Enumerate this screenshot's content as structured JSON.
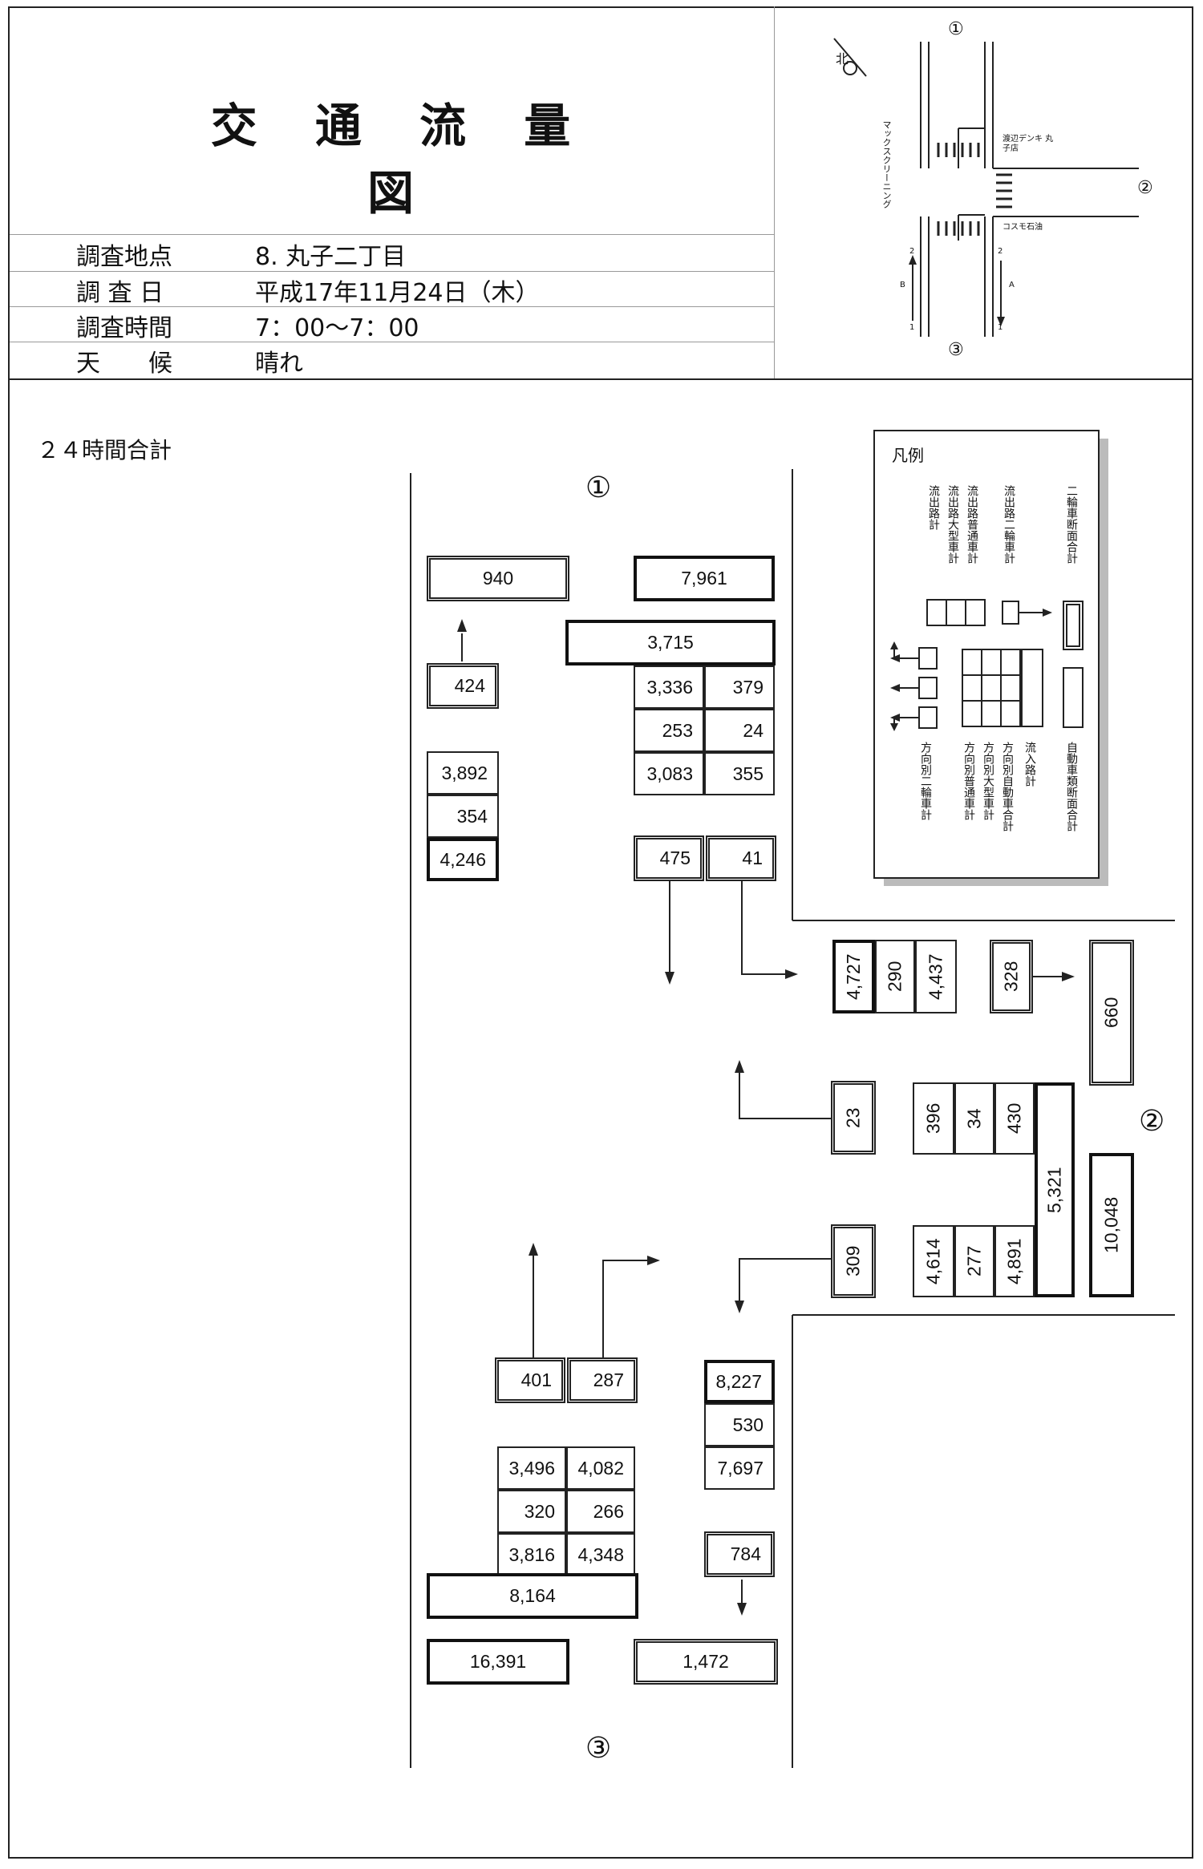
{
  "header": {
    "title": "交 通 流 量 図",
    "rows": [
      {
        "label": "調査地点",
        "value": "8. 丸子二丁目"
      },
      {
        "label": "調 査 日",
        "value": "平成17年11月24日（木）"
      },
      {
        "label": "調査時間",
        "value": "7：00～7：00"
      },
      {
        "label": "天　　候",
        "value": "晴れ"
      }
    ]
  },
  "map": {
    "north_symbol": "北",
    "shop_left": "マックスクリーニング",
    "shop_right_top": "渡辺デンキ 丸子店",
    "shop_right_bottom": "コスモ石油",
    "lane_b": "B",
    "lane_a": "A",
    "lane_num_top_left": "2",
    "lane_num_bottom_left": "1",
    "lane_num_top_right": "2",
    "lane_num_bottom_right": "1",
    "approach_1": "①",
    "approach_2": "②",
    "approach_3": "③"
  },
  "section_label": "２４時間合計",
  "legend": {
    "title": "凡例",
    "top_labels": [
      "流出路計",
      "流出路大型車計",
      "流出路普通車計",
      "流出路二輪車計",
      "二輪車断面合計"
    ],
    "bottom_labels": [
      "方向別二輪車計",
      "方向別普通車計",
      "方向別大型車計",
      "方向別自動車合計",
      "流入路計",
      "自動車類断面合計"
    ]
  },
  "approach1": {
    "marker": "①",
    "two_wheel_cross": "940",
    "auto_cross": "7,961",
    "inflow_total": "3,715",
    "two_wheel_out": "424",
    "out_normal": "3,892",
    "out_large": "354",
    "out_total": "4,246",
    "grid": [
      [
        "3,336",
        "379"
      ],
      [
        "253",
        "24"
      ],
      [
        "3,083",
        "355"
      ]
    ],
    "two_wheel_dir": [
      "475",
      "41"
    ]
  },
  "approach2": {
    "marker": "②",
    "out_total": "4,727",
    "out_large": "290",
    "out_normal": "4,437",
    "two_wheel_out": "328",
    "two_wheel_cross": "660",
    "two_wheel_dir_a": "23",
    "grid_top": [
      "396",
      "34",
      "430"
    ],
    "inflow_total": "5,321",
    "auto_cross": "10,048",
    "two_wheel_dir_b": "309",
    "grid_bottom": [
      "4,614",
      "277",
      "4,891"
    ]
  },
  "approach3": {
    "marker": "③",
    "two_wheel_dir": [
      "401",
      "287"
    ],
    "out_total": "8,227",
    "out_large": "530",
    "out_normal": "7,697",
    "grid": [
      [
        "3,496",
        "4,082"
      ],
      [
        "320",
        "266"
      ],
      [
        "3,816",
        "4,348"
      ]
    ],
    "two_wheel_out": "784",
    "inflow_total": "8,164",
    "auto_cross": "16,391",
    "two_wheel_cross": "1,472"
  }
}
